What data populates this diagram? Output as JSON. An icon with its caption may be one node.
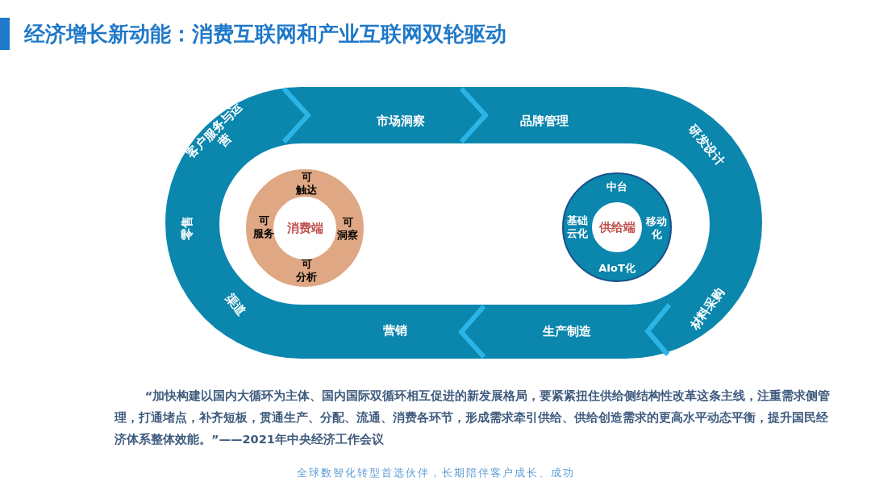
{
  "diagram": {
    "title": "经济增长新动能：消费互联网和产业互联网双轮驱动",
    "nodes": [
      {
        "text": [
          "消费端"
        ]
      },
      {
        "text": [
          "供给端"
        ]
      }
    ],
    "labels": [
      "客户服务与运营",
      "市场洞察",
      "品牌管理",
      "研发设计",
      "零售",
      "可触达",
      "可服务",
      "可洞察",
      "可分析",
      "中台",
      "基础云化",
      "移动化",
      "AIoT化",
      "渠道",
      "材料采购",
      "营销",
      "生产制造",
      "**“加快构建以国内大循环为主体、国内国际双循环相互促进的新发展格局，要紧紧扭住**供给侧结构性改革**这条主线，注重**需求侧管理**，打通堵点，补齐短板，**贯通生产、分配、流通、消费各环节**，形成**需求牵引供给、供给创造需求的更高水平动态平衡**，提升国民经济体系整体效能。”——2021年中央经济工作会议**",
      "全球数智化转型首选伙伴，长期陪伴客户成长、成功"
    ]
  }
}
